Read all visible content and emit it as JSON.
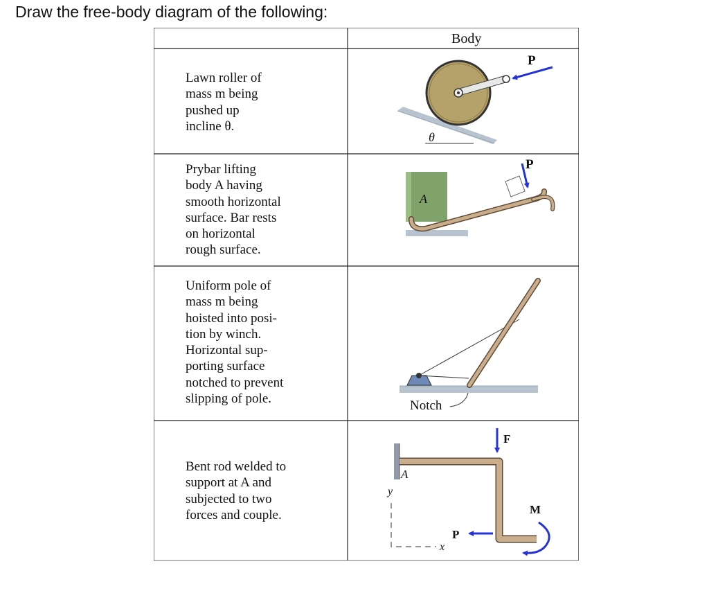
{
  "prompt": "Draw the free-body diagram of the following:",
  "header": {
    "left": "",
    "right": "Body"
  },
  "rows": [
    {
      "lines": [
        "Lawn roller of",
        "mass m being",
        "pushed up",
        "incline θ."
      ],
      "labels": {
        "force": "P",
        "angle": "θ"
      }
    },
    {
      "lines": [
        "Prybar lifting",
        "body A having",
        "smooth horizontal",
        "surface. Bar rests",
        "on horizontal",
        "rough surface."
      ],
      "labels": {
        "force": "P",
        "body": "A"
      }
    },
    {
      "lines": [
        "Uniform pole of",
        "mass m being",
        "hoisted into posi-",
        "tion by winch.",
        "Horizontal sup-",
        "porting surface",
        "notched to prevent",
        "slipping of pole."
      ],
      "labels": {
        "notch": "Notch"
      }
    },
    {
      "lines": [
        "Bent rod welded to",
        "support at A and",
        "subjected to two",
        "forces and couple."
      ],
      "labels": {
        "force_f": "F",
        "force_p": "P",
        "couple": "M",
        "support": "A",
        "axis_y": "y",
        "axis_x": "x"
      }
    }
  ],
  "colors": {
    "arrow": "#2433d6",
    "roller": "#b5a26a",
    "block": "#7fa36a",
    "bar": "#c9ad8c",
    "surface": "#b7c3cf"
  }
}
